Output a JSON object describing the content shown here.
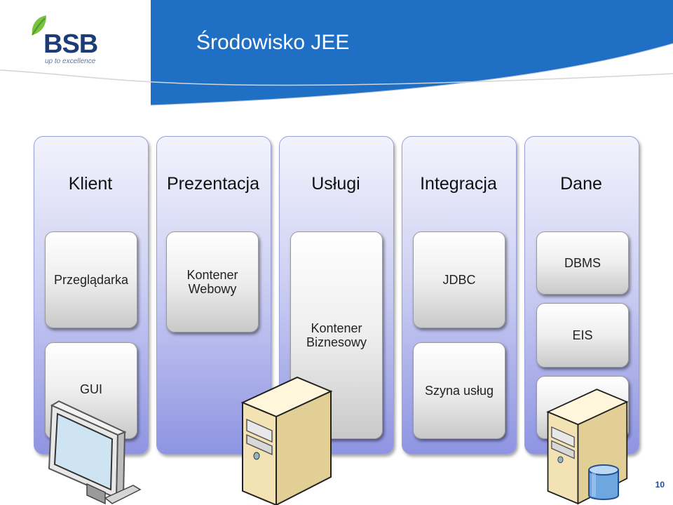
{
  "header": {
    "title": "Środowisko JEE",
    "logo_text": "BSB",
    "logo_tagline": "up to excellence"
  },
  "columns": [
    {
      "title": "Klient"
    },
    {
      "title": "Prezentacja"
    },
    {
      "title": "Usługi"
    },
    {
      "title": "Integracja"
    },
    {
      "title": "Dane"
    }
  ],
  "boxes": {
    "przegladarka": "Przeglądarka",
    "gui": "GUI",
    "kontener_webowy": "Kontener\nWebowy",
    "kontener_biznesowy": "Kontener\nBiznesowy",
    "jdbc": "JDBC",
    "szyna_uslug": "Szyna usług",
    "dbms": "DBMS",
    "eis": "EIS"
  },
  "slide_number": "10",
  "colors": {
    "header_blue": "#1f6fc4",
    "column_top": "#f3f3fc",
    "column_bottom": "#8e94e2",
    "box_border": "#9a9a9a"
  },
  "icons": [
    "leaf-icon",
    "monitor-icon",
    "server-icon",
    "server-icon",
    "database-icon"
  ]
}
